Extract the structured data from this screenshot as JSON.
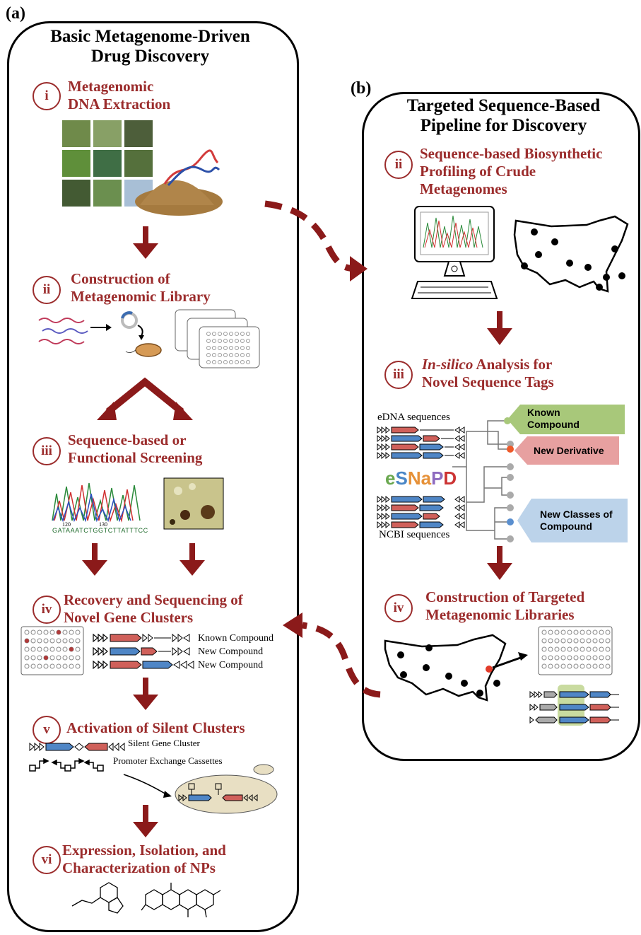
{
  "colors": {
    "accent": "#9b2c2c",
    "gene_red": "#d0605a",
    "gene_blue": "#4f86c6",
    "known_green": "#a8c87a",
    "derivative_pink": "#e7a0a0",
    "classes_blue": "#bcd3ea"
  },
  "panel_a": {
    "letter": "(a)",
    "title_line1": "Basic Metagenome-Driven",
    "title_line2": "Drug Discovery",
    "steps": [
      {
        "num": "i",
        "line1": "Metagenomic",
        "line2": "DNA Extraction"
      },
      {
        "num": "ii",
        "line1": "Construction of",
        "line2": "Metagenomic Library"
      },
      {
        "num": "iii",
        "line1": "Sequence-based or",
        "line2": "Functional Screening"
      },
      {
        "num": "iv",
        "line1": "Recovery and Sequencing of",
        "line2": "Novel Gene Clusters"
      },
      {
        "num": "v",
        "line1": "Activation of Silent Clusters",
        "line2": ""
      },
      {
        "num": "vi",
        "line1": "Expression, Isolation, and",
        "line2": "Characterization of NPs"
      }
    ],
    "chromatogram": {
      "tick_120": "120",
      "tick_130": "130",
      "bases": "GATAAATCTGGTCTTATTTCC"
    },
    "cluster_labels": [
      "Known Compound",
      "New Compound",
      "New Compound"
    ],
    "silent_gene_cluster": "Silent Gene Cluster",
    "promoter_exchange": "Promoter Exchange Cassettes"
  },
  "panel_b": {
    "letter": "(b)",
    "title_line1": "Targeted Sequence-Based",
    "title_line2": "Pipeline for Discovery",
    "steps": [
      {
        "num": "ii",
        "line1": "Sequence-based Biosynthetic",
        "line2": "Profiling of Crude",
        "line3": "Metagenomes"
      },
      {
        "num": "iii",
        "italic": "In-silico",
        "rest": " Analysis for",
        "line2": "Novel Sequence Tags"
      },
      {
        "num": "iv",
        "line1": "Construction of Targeted",
        "line2": "Metagenomic Libraries"
      }
    ],
    "edna_label": "eDNA sequences",
    "ncbi_label": "NCBI sequences",
    "esnapd": [
      "e",
      "S",
      "Na",
      "P",
      "D"
    ],
    "tags": {
      "known_line1": "Known",
      "known_line2": "Compound",
      "derivative": "New Derivative",
      "classes_line1": "New Classes of",
      "classes_line2": "Compound"
    }
  }
}
